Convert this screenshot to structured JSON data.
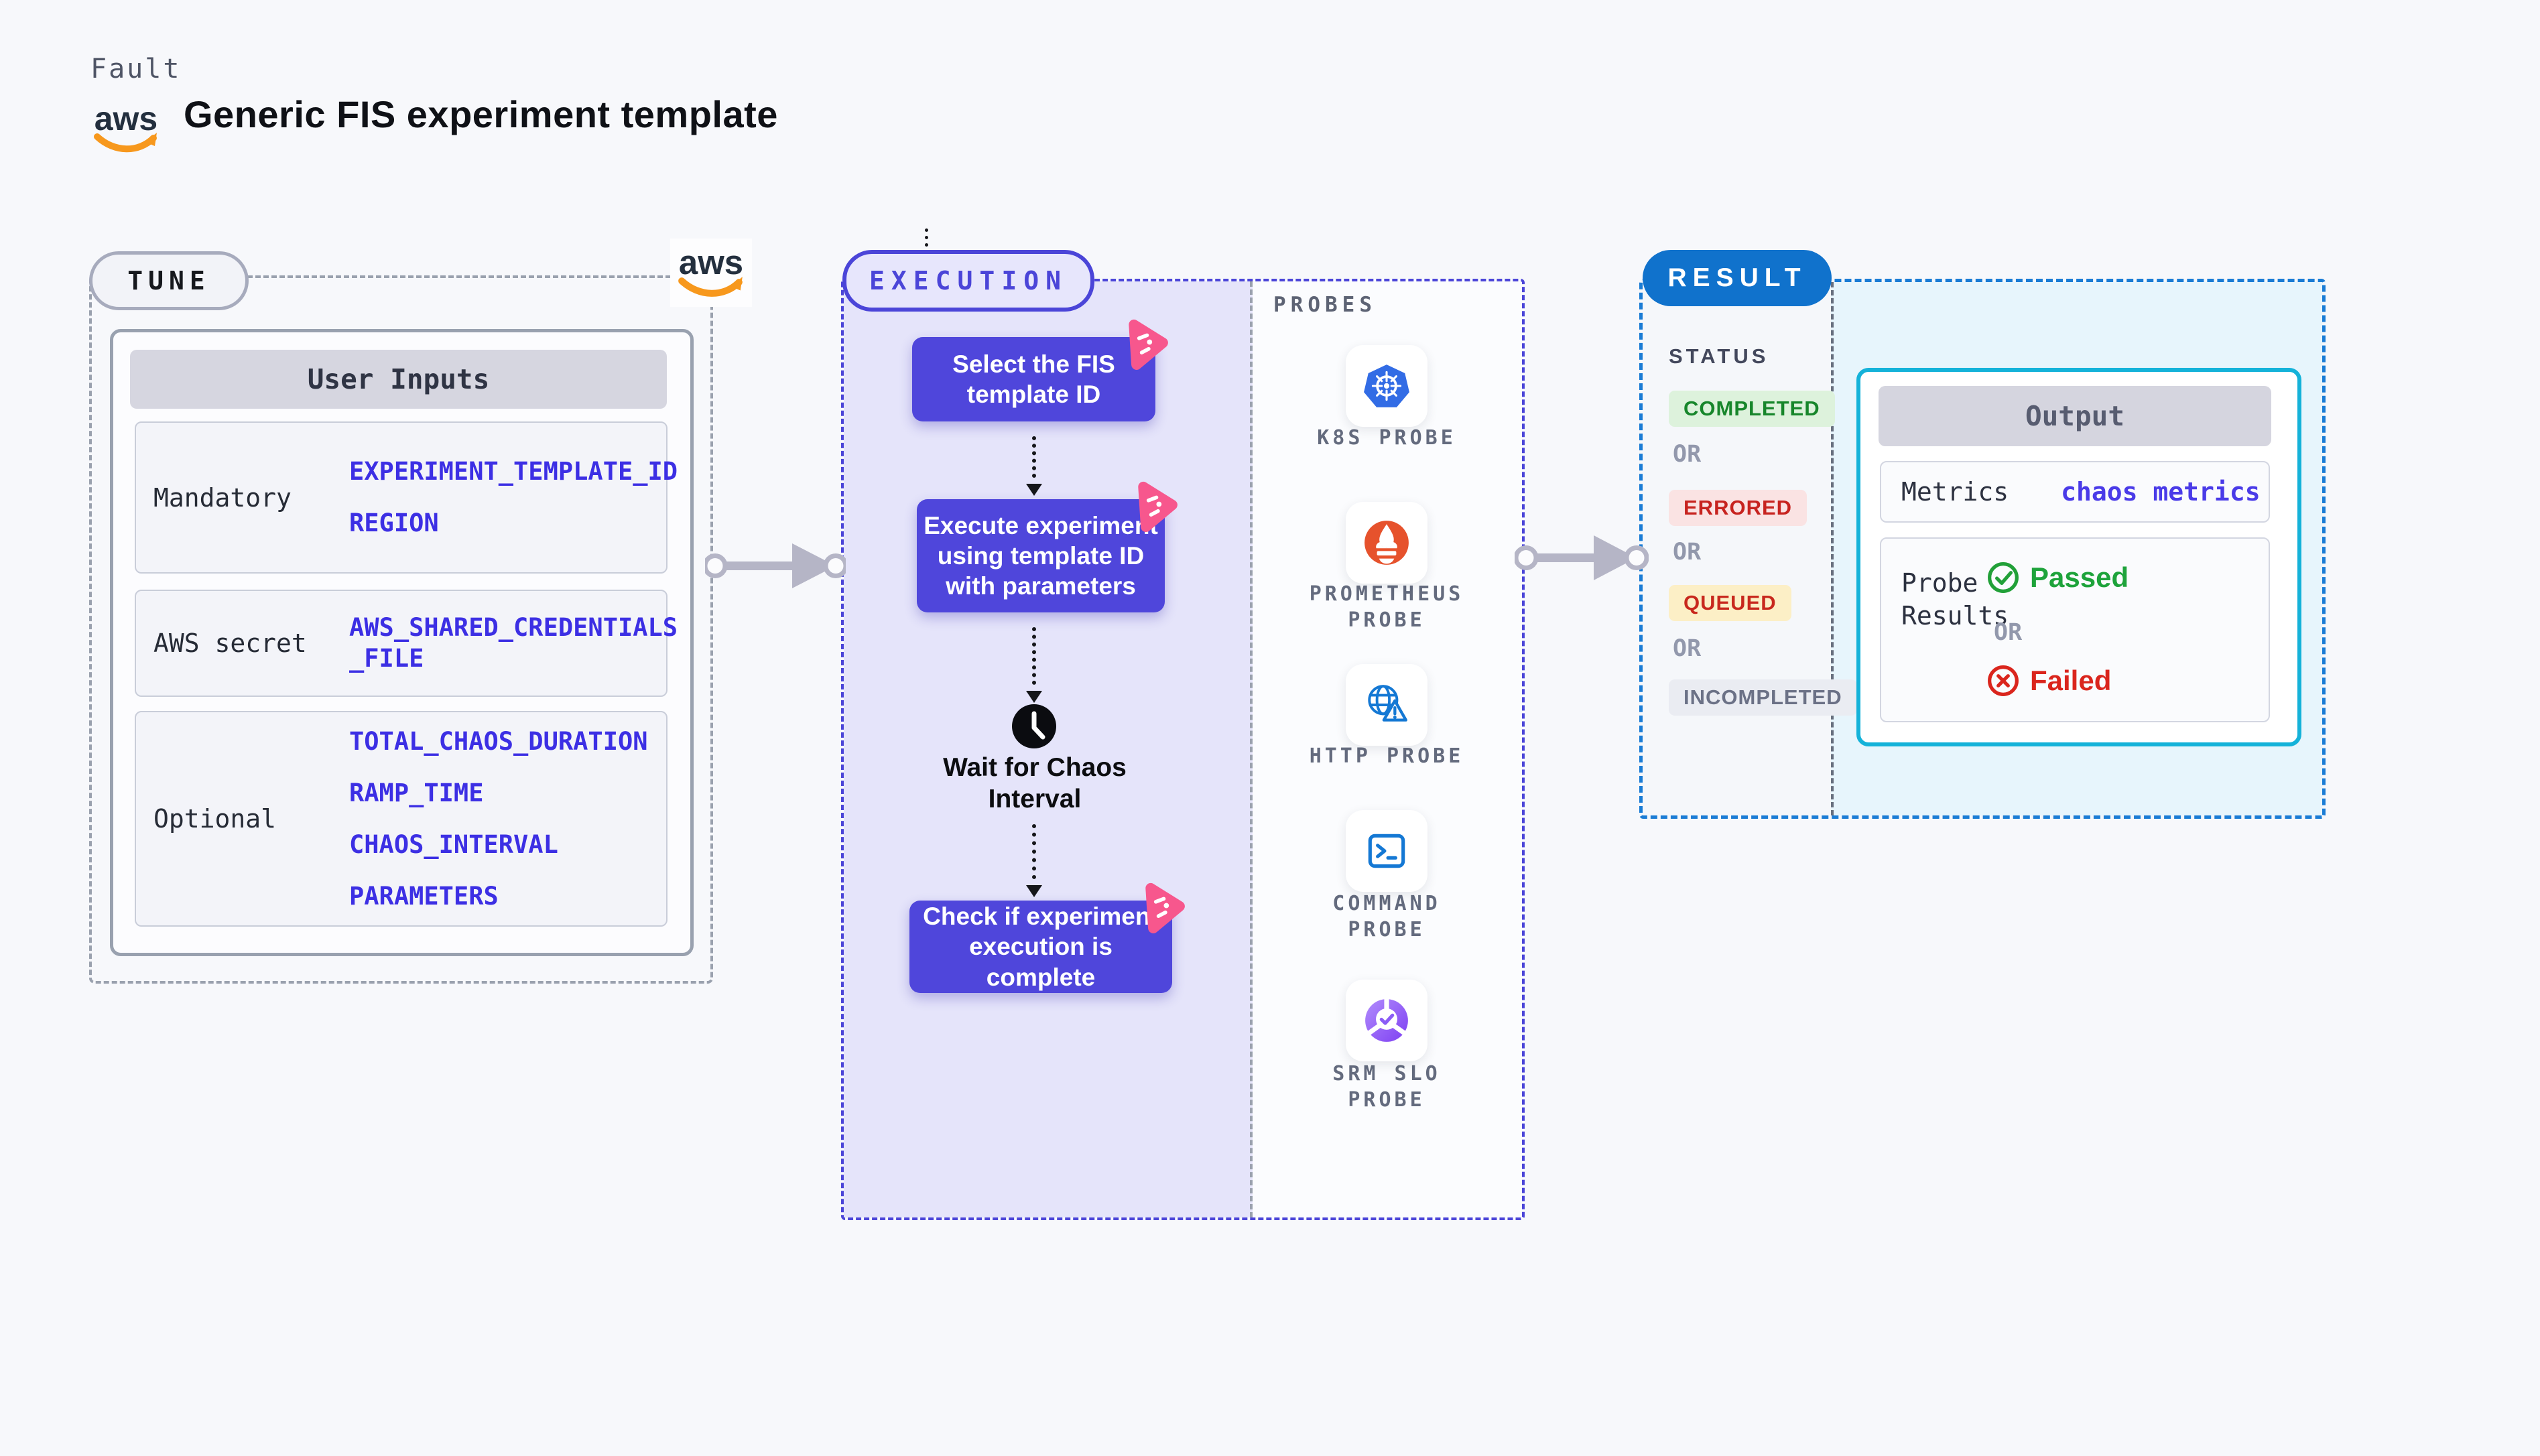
{
  "header": {
    "brand": "Fault",
    "title": "Generic FIS experiment template"
  },
  "aws": {
    "logo_text": "aws"
  },
  "tune": {
    "badge": "TUNE",
    "table": {
      "title": "User Inputs",
      "rows": [
        {
          "label": "Mandatory",
          "values": [
            "EXPERIMENT_TEMPLATE_ID",
            "REGION"
          ]
        },
        {
          "label": "AWS secret",
          "values": [
            "AWS_SHARED_CREDENTIALS_FILE"
          ]
        },
        {
          "label": "Optional",
          "values": [
            "TOTAL_CHAOS_DURATION",
            "RAMP_TIME",
            "CHAOS_INTERVAL",
            "PARAMETERS"
          ]
        }
      ]
    }
  },
  "execution": {
    "badge": "EXECUTION",
    "steps": {
      "select": "Select the FIS template ID",
      "execute": "Execute experiment using template ID with parameters",
      "wait": "Wait for Chaos Interval",
      "check": "Check if experiment execution is complete"
    }
  },
  "probes": {
    "title": "PROBES",
    "items": [
      {
        "label": "K8S PROBE",
        "icon": "kubernetes-icon"
      },
      {
        "label": "PROMETHEUS PROBE",
        "icon": "prometheus-icon"
      },
      {
        "label": "HTTP PROBE",
        "icon": "http-globe-warning-icon"
      },
      {
        "label": "COMMAND PROBE",
        "icon": "terminal-icon"
      },
      {
        "label": "SRM SLO PROBE",
        "icon": "slo-donut-check-icon"
      }
    ]
  },
  "result": {
    "badge": "RESULT",
    "status_title": "STATUS",
    "or_label": "OR",
    "statuses": [
      {
        "label": "COMPLETED",
        "color": "#17862b",
        "bg": "#ddf2dc"
      },
      {
        "label": "ERRORED",
        "color": "#c7231f",
        "bg": "#fae3e3"
      },
      {
        "label": "QUEUED",
        "color": "#c8281d",
        "bg": "#fcefc6"
      },
      {
        "label": "INCOMPLETED",
        "color": "#6b7186",
        "bg": "#eaecf2"
      }
    ],
    "output": {
      "title": "Output",
      "metrics_label": "Metrics",
      "metrics_value": "chaos metrics",
      "probe_results_label": "Probe Results",
      "passed": "Passed",
      "failed": "Failed"
    }
  },
  "colors": {
    "page_bg": "#f7f8fb",
    "accent_indigo": "#4b45d8",
    "flow_box": "#4f46db",
    "accent_blue": "#1072cc",
    "accent_cyan": "#14b2d9",
    "value_blue": "#3c2fe4",
    "arrow_gray": "#b5b5c6",
    "chaos_pink": "#f7578d",
    "aws_orange": "#f7981d"
  }
}
